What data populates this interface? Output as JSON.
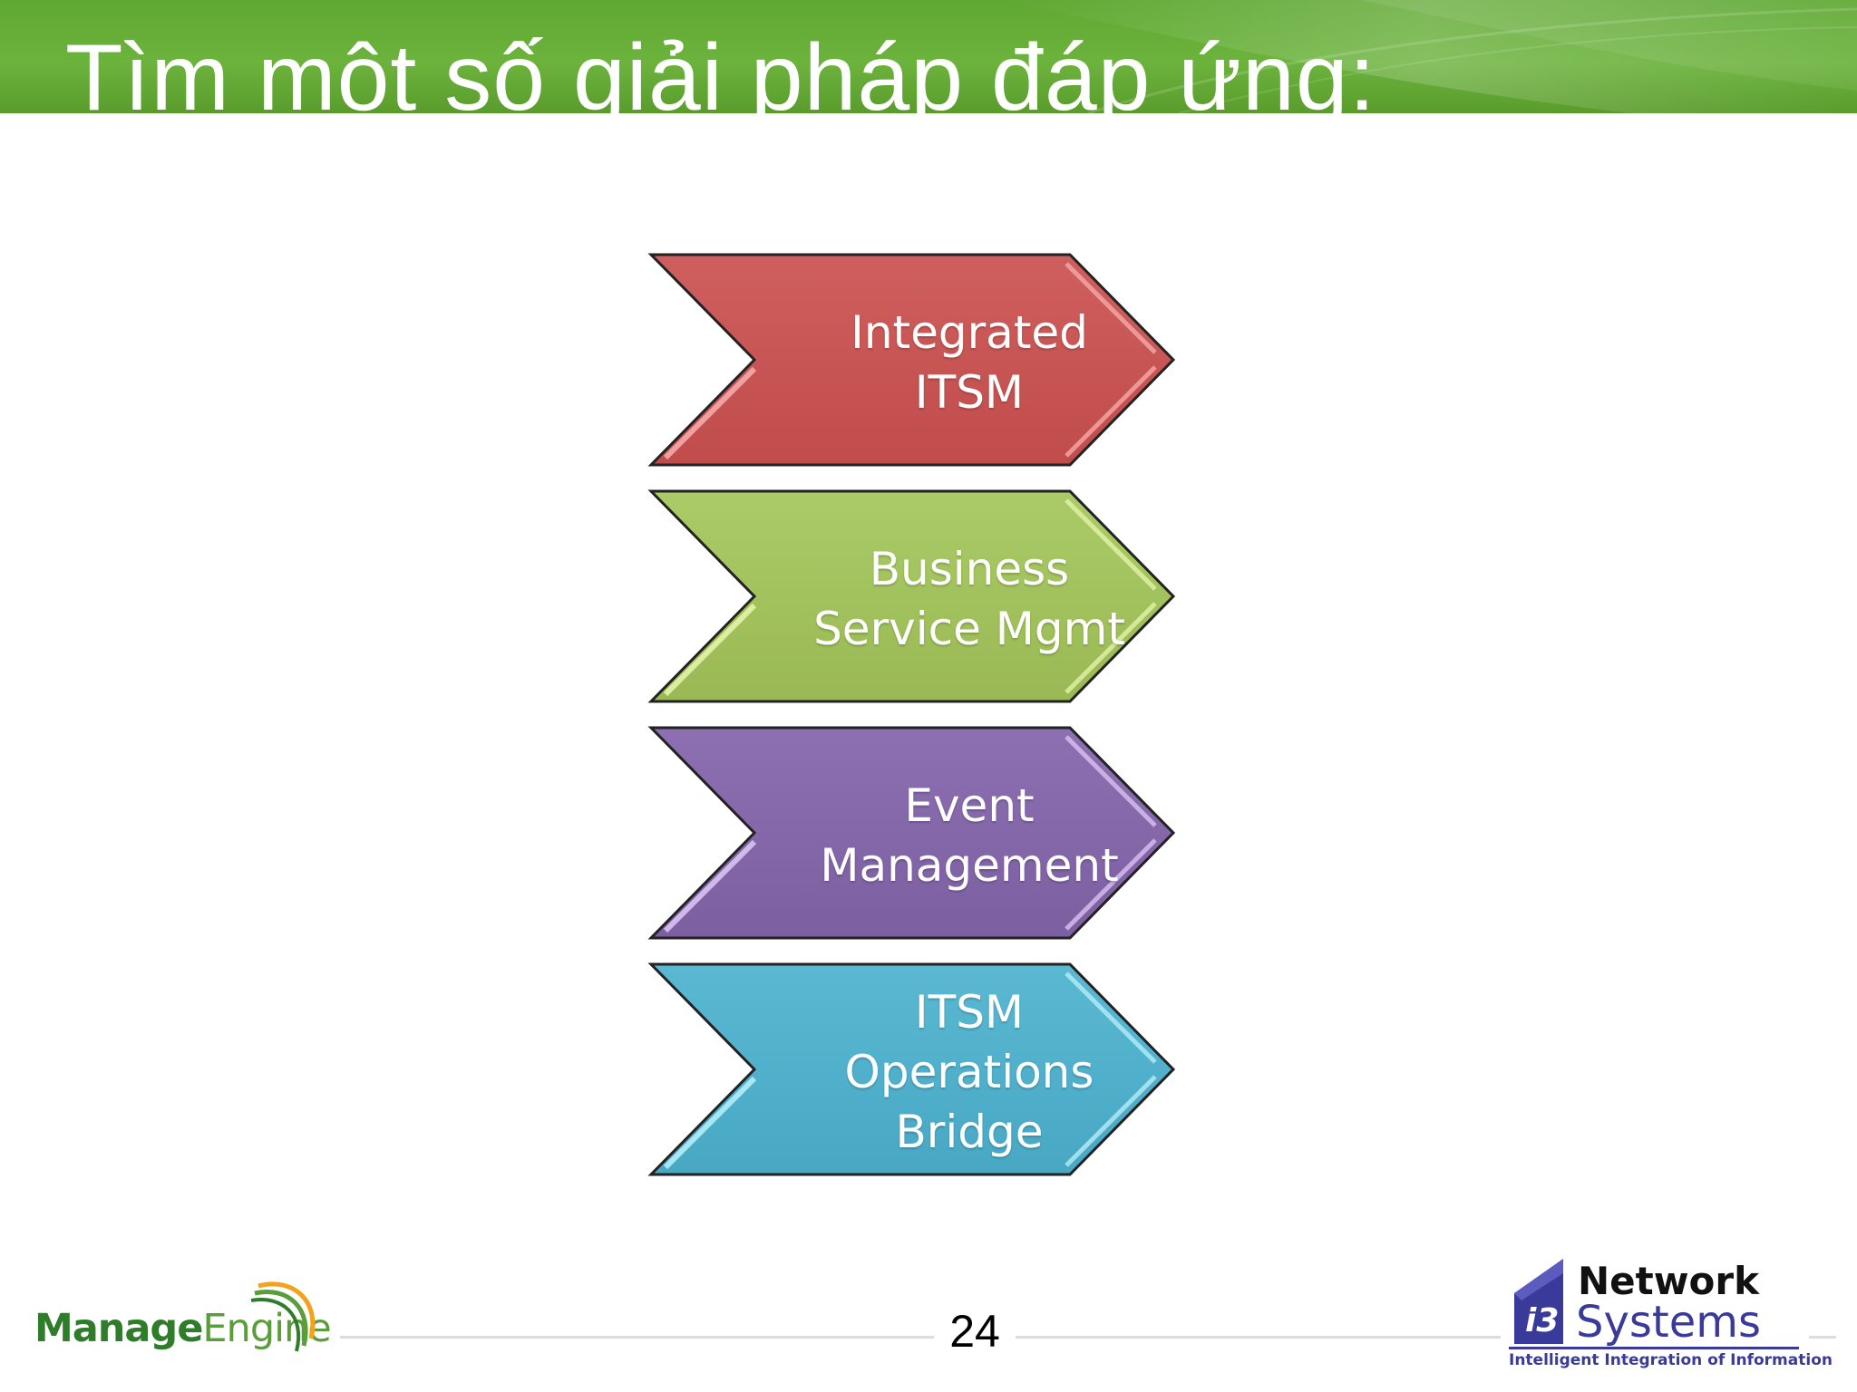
{
  "slide": {
    "title": "Tìm một số giải pháp đáp ứng:",
    "page_number": "24"
  },
  "chevrons": [
    {
      "lines": [
        "Integrated",
        "ITSM"
      ],
      "color": "#c85554"
    },
    {
      "lines": [
        "Business",
        "Service Mgmt"
      ],
      "color": "#a3c25e"
    },
    {
      "lines": [
        "Event",
        "Management"
      ],
      "color": "#8469a9"
    },
    {
      "lines": [
        "ITSM",
        "Operations",
        "Bridge"
      ],
      "color": "#4fb0cb"
    }
  ],
  "logos": {
    "manageengine": {
      "manage": "Manage",
      "engine": "Engine"
    },
    "network_systems": {
      "network": "Network",
      "systems": "Systems",
      "i3": "i3",
      "tagline": "Intelligent Integration of Information"
    }
  },
  "colors": {
    "banner": "#6cb33d",
    "title_text": "#ffffff",
    "manageengine_green": "#2f7d2a",
    "network_blue": "#3a3a9a"
  }
}
